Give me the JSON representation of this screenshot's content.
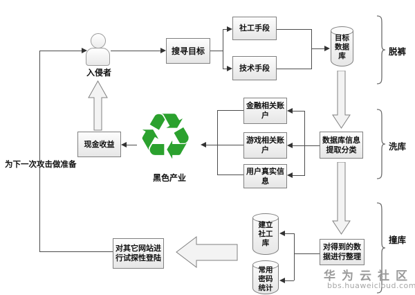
{
  "nodes": {
    "intruder": "入侵者",
    "search_target": "搜寻目标",
    "social_method": "社工手段",
    "tech_method": "技术手段",
    "target_db": [
      "目标",
      "数据",
      "库"
    ],
    "db_extract": [
      "数据库信息",
      "提取分类"
    ],
    "finance_account": [
      "金融相关账",
      "户"
    ],
    "game_account": [
      "游戏相关账",
      "户"
    ],
    "user_real_info": [
      "用户真实信",
      "息"
    ],
    "cash_income": "现金收益",
    "black_industry": "黑色产业",
    "organize_data": [
      "对得到的数",
      "据进行整理"
    ],
    "social_db": [
      "建立",
      "社工",
      "库"
    ],
    "password_stats": [
      "常用",
      "密码",
      "统计"
    ],
    "probe_login": [
      "对其它网站进",
      "行试探性登陆"
    ]
  },
  "stages": {
    "tuoku": "脱裤",
    "xiku": "洗库",
    "zhuangku": "撞库"
  },
  "side_note": "为下一次攻击做准备",
  "icons": {
    "recycle": "♻"
  },
  "watermark": {
    "name": "华为云社区",
    "site": "bbs.huaweicloud.com"
  },
  "colors": {
    "recycle_green": "#2ba12e",
    "line": "#4a4a4a",
    "box_border": "#7f7f7f",
    "watermark_gray": "#9a9a9a"
  }
}
